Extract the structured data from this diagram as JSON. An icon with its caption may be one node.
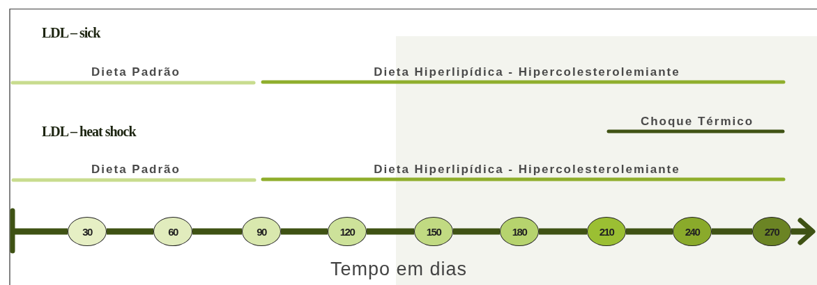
{
  "diagram": {
    "nodes": [
      {
        "text": [
          "30"
        ]
      },
      {
        "text": [
          "60"
        ]
      },
      {
        "text": [
          "90"
        ]
      },
      {
        "text": [
          "120"
        ]
      },
      {
        "text": [
          "150"
        ]
      },
      {
        "text": [
          "180"
        ]
      },
      {
        "text": [
          "210"
        ]
      },
      {
        "text": [
          "240"
        ]
      },
      {
        "text": [
          "270"
        ]
      }
    ],
    "edges": [
      {
        "from": null,
        "to": 0,
        "arrow": "none"
      },
      {
        "from": 0,
        "to": 1,
        "arrow": "none"
      },
      {
        "from": 1,
        "to": 2,
        "arrow": "none"
      },
      {
        "from": 2,
        "to": 3,
        "arrow": "none"
      },
      {
        "from": 3,
        "to": 4,
        "arrow": "none"
      },
      {
        "from": 4,
        "to": 5,
        "arrow": "none"
      },
      {
        "from": 5,
        "to": 6,
        "arrow": "none"
      },
      {
        "from": 6,
        "to": 7,
        "arrow": "none"
      },
      {
        "from": 7,
        "to": 8,
        "arrow": "none"
      },
      {
        "from": 8,
        "to": null,
        "arrow": "to"
      }
    ],
    "labels": [
      "LDL – sick",
      "Dieta Padrão",
      "Dieta Hiperlipídica - Hipercolesterolemiante",
      "Choque Térmico",
      "LDL – heat shock",
      "Dieta Padrão",
      "Dieta Hiperlipídica - Hipercolesterolemiante",
      "Tempo em dias"
    ]
  }
}
